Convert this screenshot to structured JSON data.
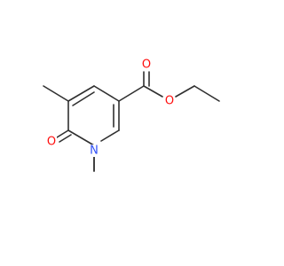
{
  "molecule": {
    "atom_labels": {
      "ring_nitrogen": "N",
      "ketone_oxygen": "O",
      "carbonyl_oxygen": "O",
      "ester_oxygen": "O"
    },
    "colors": {
      "bond": "#303030",
      "nitrogen": "#3050f8",
      "oxygen": "#ff0d0d"
    }
  }
}
